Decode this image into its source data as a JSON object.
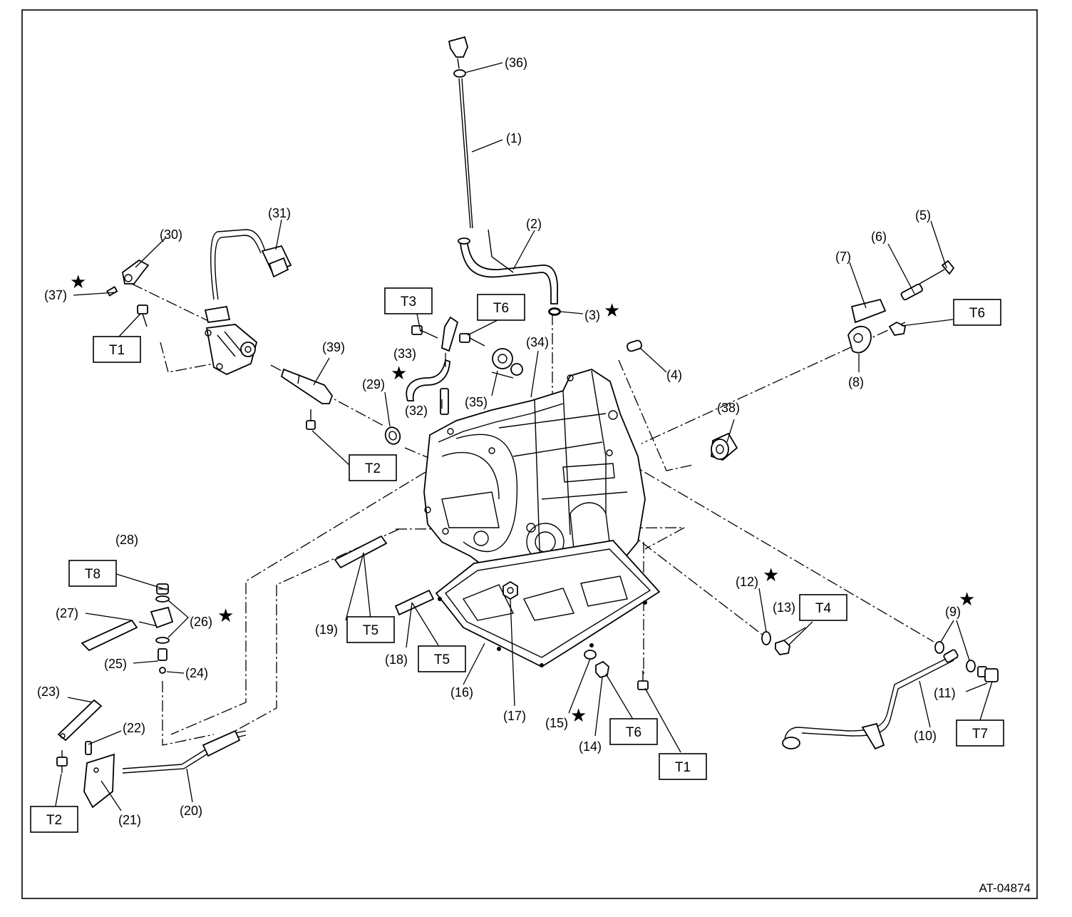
{
  "reference_code": "AT-04874",
  "star_symbol": "★",
  "part_labels": {
    "p1": "(1)",
    "p2": "(2)",
    "p3": "(3)",
    "p4": "(4)",
    "p5": "(5)",
    "p6": "(6)",
    "p7": "(7)",
    "p8": "(8)",
    "p9": "(9)",
    "p10": "(10)",
    "p11": "(11)",
    "p12": "(12)",
    "p13": "(13)",
    "p14": "(14)",
    "p15": "(15)",
    "p16": "(16)",
    "p17": "(17)",
    "p18": "(18)",
    "p19": "(19)",
    "p20": "(20)",
    "p21": "(21)",
    "p22": "(22)",
    "p23": "(23)",
    "p24": "(24)",
    "p25": "(25)",
    "p26": "(26)",
    "p27": "(27)",
    "p28": "(28)",
    "p29": "(29)",
    "p30": "(30)",
    "p31": "(31)",
    "p32": "(32)",
    "p33": "(33)",
    "p34": "(34)",
    "p35": "(35)",
    "p36": "(36)",
    "p37": "(37)",
    "p38": "(38)",
    "p39": "(39)"
  },
  "torque_labels": {
    "t1_left": "T1",
    "t1_bottom": "T1",
    "t2_upper": "T2",
    "t2_lower": "T2",
    "t3": "T3",
    "t4": "T4",
    "t5_a": "T5",
    "t5_b": "T5",
    "t6_center": "T6",
    "t6_right": "T6",
    "t6_bottom": "T6",
    "t7": "T7",
    "t8": "T8"
  }
}
